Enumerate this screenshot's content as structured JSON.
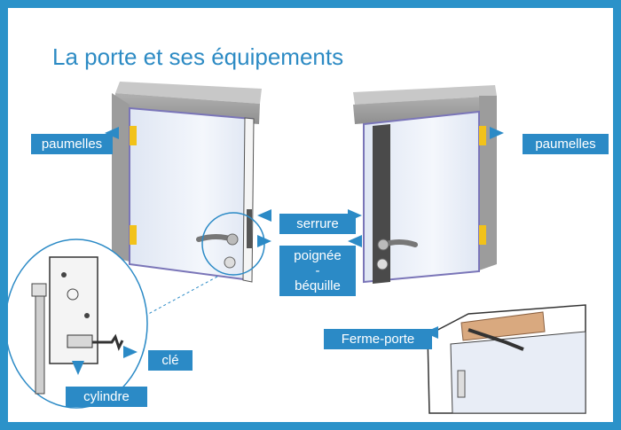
{
  "title": "La porte et ses équipements",
  "labels": {
    "paumelles_left": "paumelles",
    "paumelles_right": "paumelles",
    "serrure": "serrure",
    "poignee_1": "poignée",
    "poignee_2": "-",
    "poignee_3": "béquille",
    "ferme_porte": "Ferme-porte",
    "cle": "clé",
    "cylindre": "cylindre"
  },
  "colors": {
    "frame_border": "#2b92c9",
    "title": "#2d8bc4",
    "label_bg": "#2b8ac6",
    "label_text": "#ffffff",
    "door_frame": "#9a9a9a",
    "door_leaf": "#e6ecf6",
    "hinge": "#f2c21a",
    "closer": "#d9a97f"
  }
}
